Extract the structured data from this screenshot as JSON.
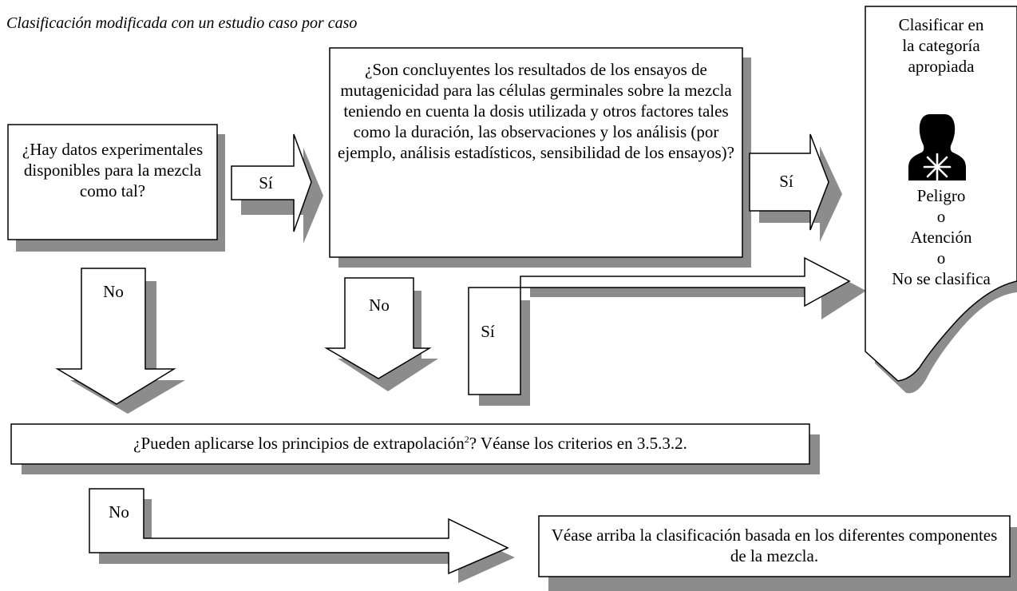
{
  "title": "Clasificación modificada con un estudio caso por caso",
  "q1": "¿Hay datos experimentales disponibles para la mezcla como tal?",
  "q2": "¿Son concluyentes los resultados de los ensayos de mutagenicidad para las células germinales sobre la mezcla teniendo en cuenta la dosis utilizada y otros factores tales como la duración, las observaciones y los análisis (por ejemplo, análisis estadísticos, sensibilidad de los ensayos)?",
  "q3": {
    "before": "¿Pueden aplicarse los principios de extrapolación",
    "footnote": "2",
    "after": "? Véanse los criterios en 3.5.3.2."
  },
  "result": {
    "line1": "Clasificar en",
    "line2": "la categoría",
    "line3": "apropiada",
    "pictogram": "health-hazard-pictogram",
    "danger": "Peligro",
    "or1": "o",
    "warning": "Atención",
    "or2": "o",
    "not_classified": "No se clasifica"
  },
  "alt": "Véase arriba la clasificación basada en los diferentes componentes de la mezcla.",
  "labels": {
    "yes1": "Sí",
    "yes2": "Sí",
    "yes3": "Sí",
    "no1": "No",
    "no2": "No",
    "no3": "No"
  },
  "colors": {
    "shadow": "#8c8c8c",
    "stroke": "#000000",
    "fill": "#ffffff"
  }
}
